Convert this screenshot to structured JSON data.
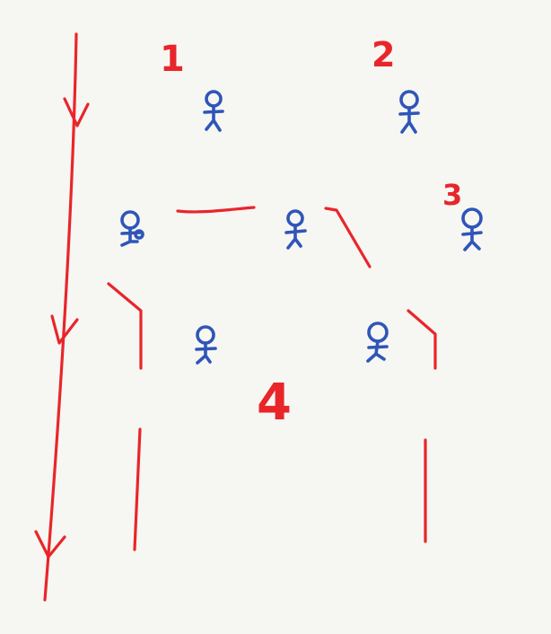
{
  "sheet": {
    "paper_color": "#f6f6f3"
  },
  "colors": {
    "ink_red": "#e8262a",
    "ink_blue": "#2f55b8"
  },
  "labels": {
    "one": "1",
    "two": "2",
    "three": "3",
    "four": "4"
  },
  "icons": {
    "arrow": "down-arrow-icon",
    "figure": "stick-figure-icon"
  }
}
